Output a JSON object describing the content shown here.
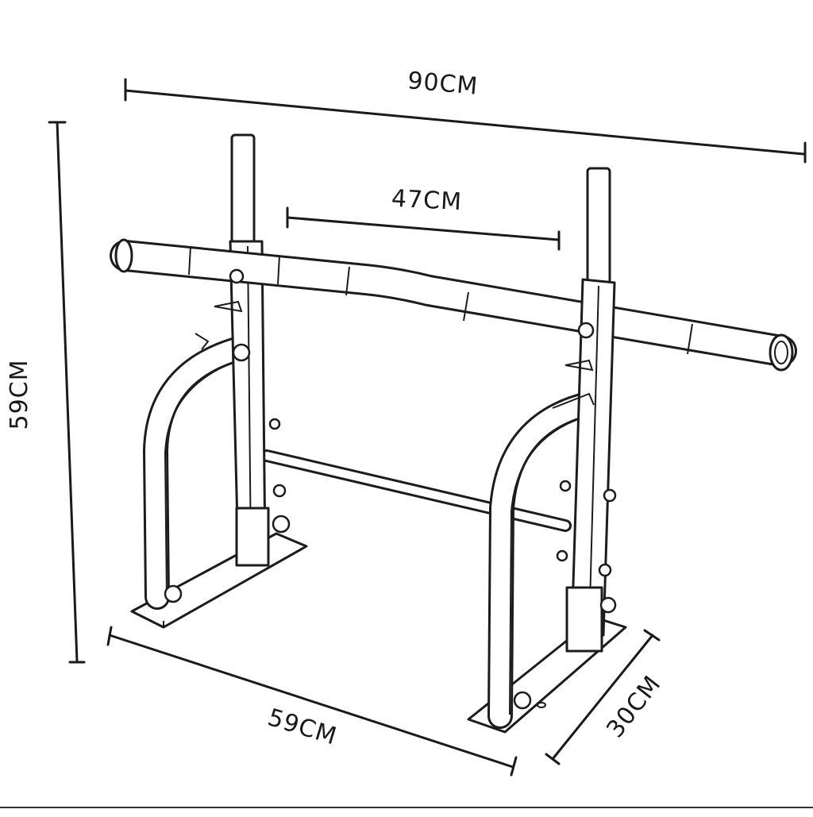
{
  "figure": {
    "subject-icon": "dip-station-bar-icon",
    "dimensions": {
      "overall_width": "90CM",
      "grip_spacing": "47CM",
      "height": "59CM",
      "base_length": "59CM",
      "base_depth": "30CM"
    }
  },
  "colors": {
    "line": "#1c1c1c",
    "background": "#ffffff"
  }
}
